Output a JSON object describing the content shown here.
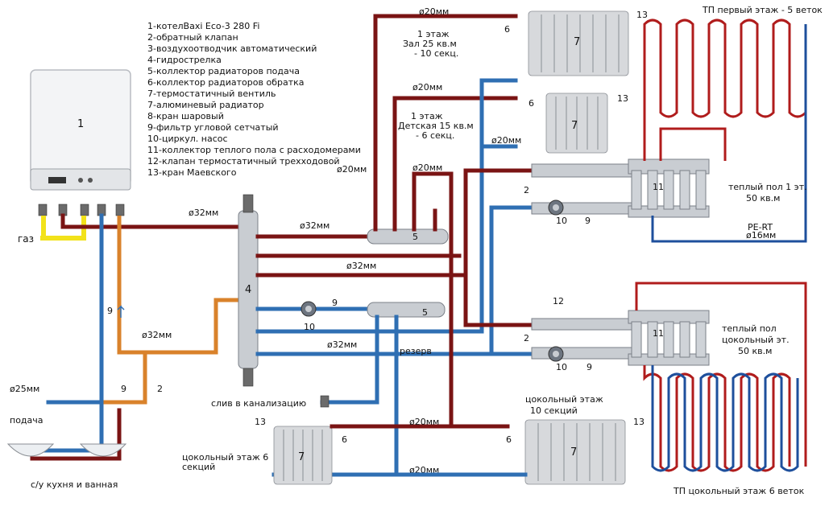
{
  "legend": {
    "items": [
      "1-котелBaxi Eco-3 280 Fi",
      "2-обратный клапан",
      "3-воздухоотводчик автоматический",
      "4-гидрострелка",
      "5-коллектор радиаторов подача",
      "6-коллектор радиаторов обратка",
      "7-термостатичный вентиль",
      "7-алюминевый радиатор",
      "8-кран шаровый",
      "9-фильтр угловой сетчатый",
      "10-циркул. насос",
      "11-коллектор теплого пола с расходомерами",
      "12-клапан термостатичный трехходовой",
      "13-кран Маевского"
    ]
  },
  "labels": {
    "gas": "газ",
    "supply": "подача",
    "drain_kitchen": "с/у кухня и ванная",
    "drain_sewer": "слив в канализацию",
    "reserve": "резерв",
    "floor1_hall": [
      "1 этаж",
      "Зал 25 кв.м",
      "- 10 секц."
    ],
    "floor1_kids": [
      "1 этаж",
      "Детская 15 кв.м",
      "- 6 секц."
    ],
    "basement_left": [
      "цокольный этаж 6",
      "секций"
    ],
    "basement_right": [
      "цокольный этаж",
      "10 секций"
    ],
    "tp_floor1_title": "ТП первый этаж - 5 веток",
    "tp_floor1_area": [
      "теплый пол 1 эт.",
      "50 кв.м"
    ],
    "pert": "PE-RT",
    "pert_size": "ø16мм",
    "tp_base_area": [
      "теплый пол",
      "цокольный эт.",
      "50 кв.м"
    ],
    "tp_base_title": "ТП цокольный этаж 6 веток"
  },
  "pipe_sizes": {
    "d20": "ø20мм",
    "d25": "ø25мм",
    "d32": "ø32мм",
    "d32b": "ø32мм"
  },
  "numbers": {
    "n1": "1",
    "n2": "2",
    "n4": "4",
    "n5": "5",
    "n6": "6",
    "n7": "7",
    "n9": "9",
    "n10": "10",
    "n11": "11",
    "n12": "12",
    "n13": "13"
  },
  "colors": {
    "supply_pipe": "#7a1414",
    "return_pipe": "#2f6fb3",
    "boiler_loop": "#d9822b",
    "gas_pipe": "#f2e21a",
    "floor_loop_hot": "#b01c1c",
    "floor_loop_cold": "#1e4f9c"
  },
  "icons": [
    "boiler",
    "hydraulic-separator",
    "radiator",
    "pump",
    "filter",
    "manifold",
    "ball-valve",
    "sink"
  ]
}
